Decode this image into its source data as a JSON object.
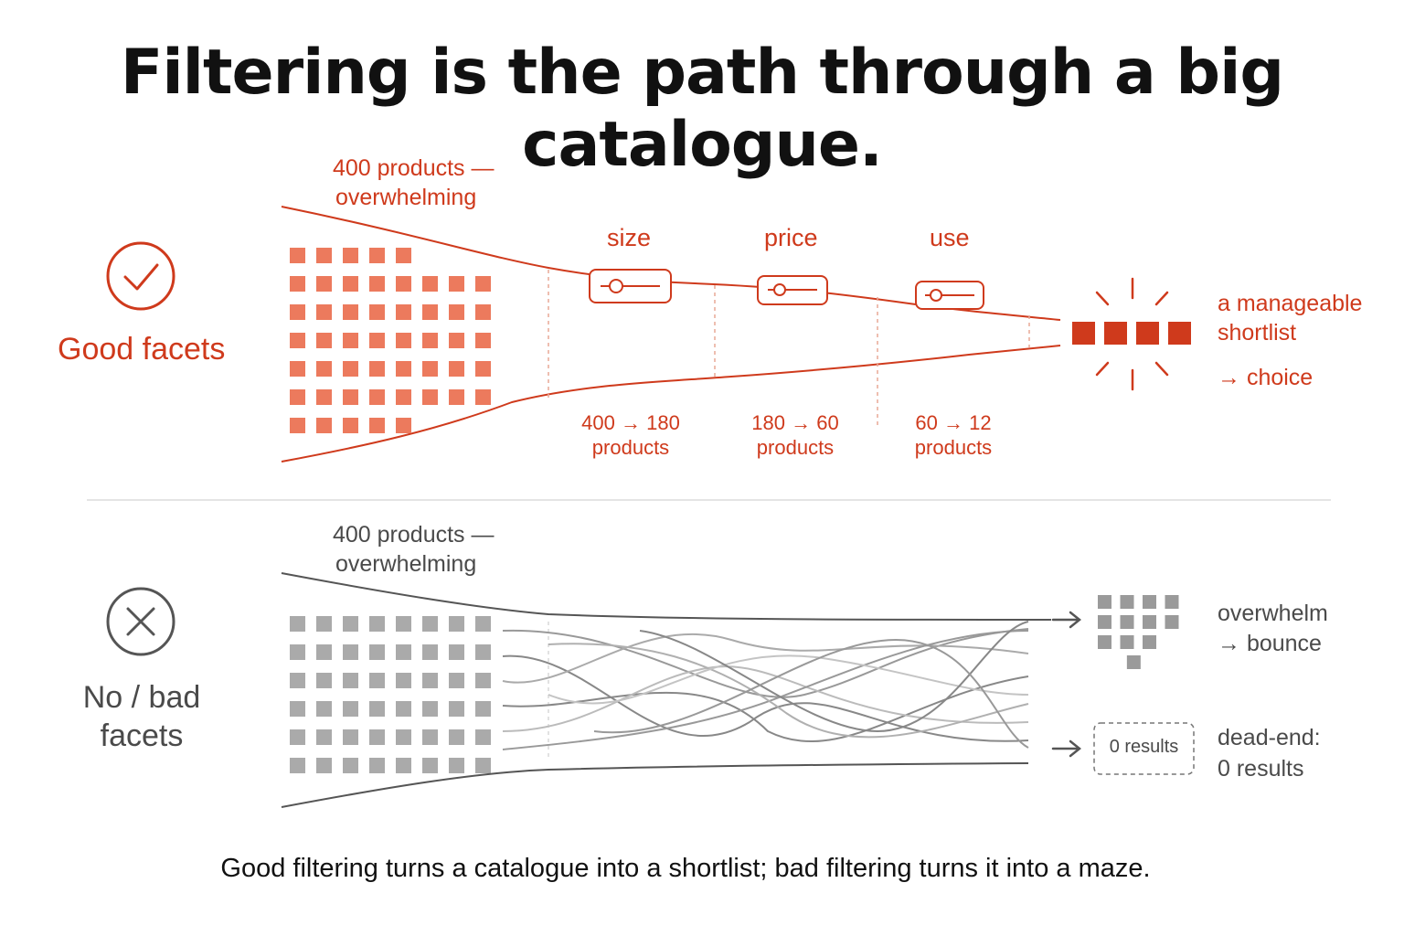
{
  "title": "Filtering is the path through a big catalogue.",
  "good": {
    "label": "Good facets",
    "start_label_1": "400 products —",
    "start_label_2": "overwhelming",
    "facets": [
      {
        "name": "size",
        "count_1": "400 → 180",
        "count_2": "products"
      },
      {
        "name": "price",
        "count_1": "180 → 60",
        "count_2": "products"
      },
      {
        "name": "use",
        "count_1": "60 → 12",
        "count_2": "products"
      }
    ],
    "result_1": "a manageable",
    "result_2": "shortlist",
    "result_3": "→  choice"
  },
  "bad": {
    "label_1": "No / bad",
    "label_2": "facets",
    "start_label_1": "400 products —",
    "start_label_2": "overwhelming",
    "outcome_1a": "overwhelm",
    "outcome_1b": "→  bounce",
    "zero_box": "0 results",
    "outcome_2a": "dead-end:",
    "outcome_2b": "0 results"
  },
  "caption": "Good filtering turns a catalogue into a shortlist; bad filtering turns it into a maze.",
  "colors": {
    "accent": "#cf3a1c",
    "accent_light": "#ec7a5d",
    "grey": "#555555",
    "grey_light": "#aaaaaa"
  }
}
